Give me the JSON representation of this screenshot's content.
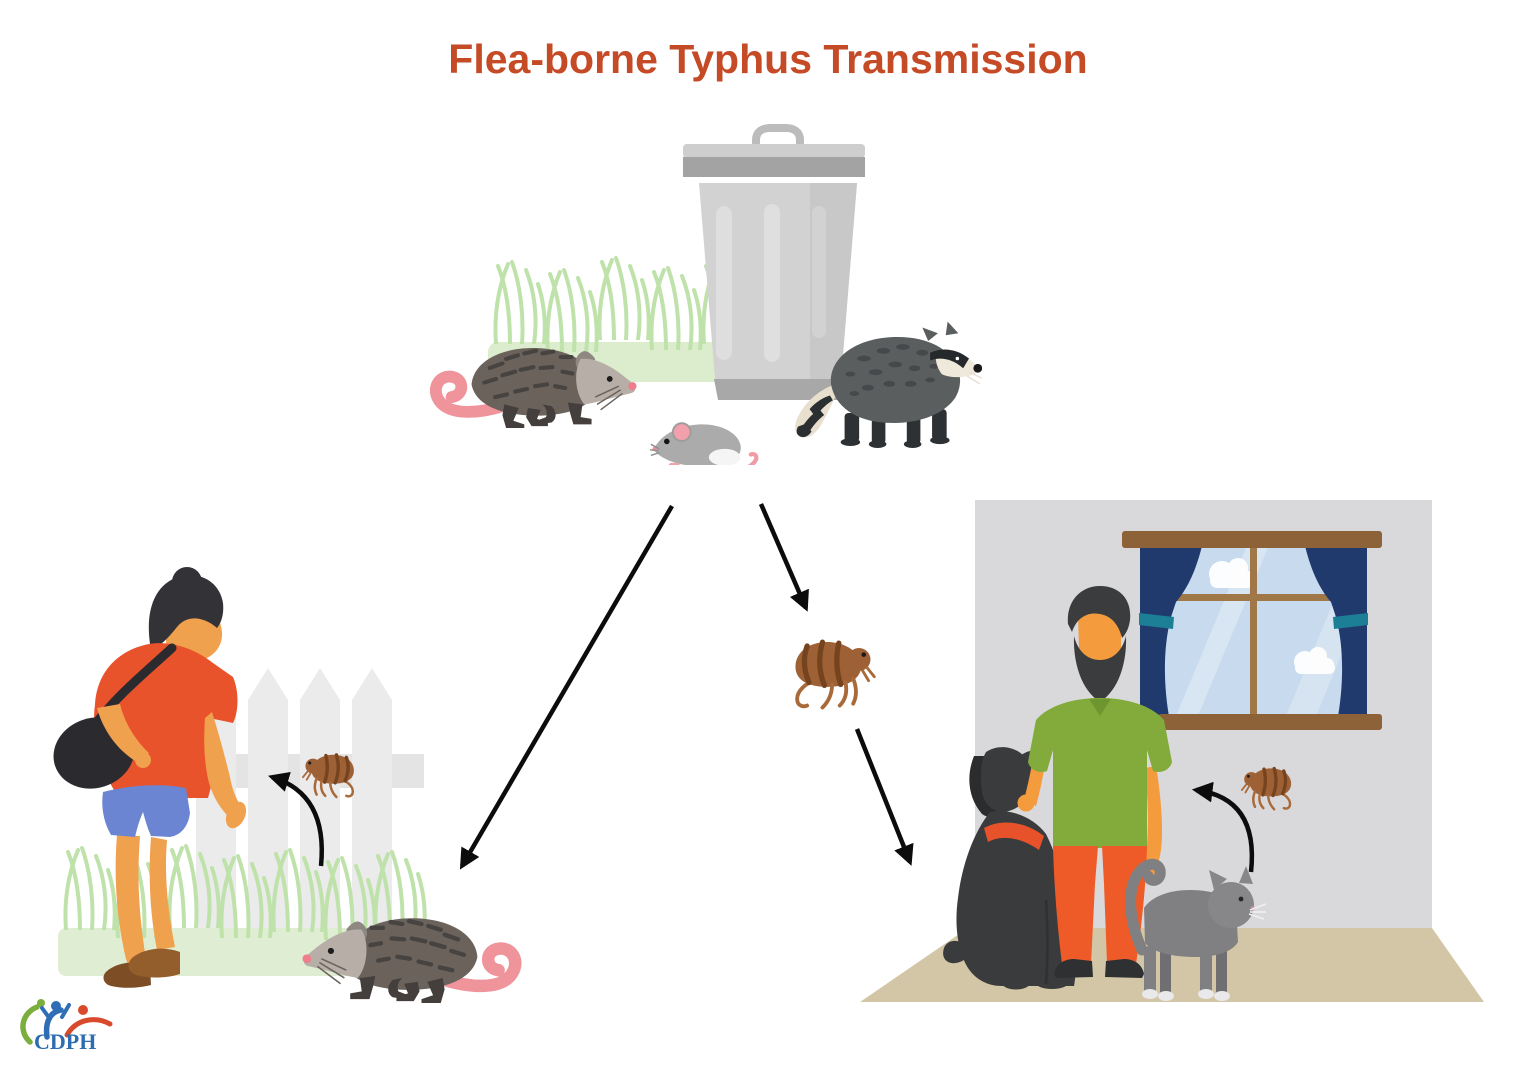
{
  "title": {
    "text": "Flea-borne Typhus Transmission"
  },
  "logo": {
    "text": "CDPH",
    "colors": {
      "blue": "#2d6cb0",
      "red": "#d84a2b",
      "green": "#7cae3e"
    }
  },
  "colors": {
    "title": "#c54a26",
    "arrow": "#0c0c0c",
    "flea_body": "#9e6136",
    "flea_stripe": "#76431f",
    "grass_base": "#dcedcd",
    "grass_blade": "#bfe2ab",
    "fence": "#ebebeb",
    "wall": "#d9d9db",
    "floor": "#d3c6a6",
    "curtain_navy": "#203a6d",
    "tieback_teal": "#1d7f95",
    "window_wood": "#8e6238",
    "woman_shirt": "#e9532c",
    "woman_shorts": "#6b85d2",
    "man_shirt": "#82ab3c",
    "man_pants": "#ee5b28",
    "dog": "#3a3b3d",
    "cat": "#808083",
    "opossum_body": "#6b625c",
    "opossum_tail_pink": "#f0949c",
    "raccoon_body": "#5a5e5f",
    "rat": "#ababab",
    "trash_can": "#d2d2d2"
  },
  "scenes": {
    "wildlife": {
      "name": "wildlife-reservoir",
      "elements": [
        "trash-can",
        "grass",
        "opossum",
        "rat",
        "raccoon"
      ]
    },
    "vector": {
      "name": "flea-vector",
      "elements": [
        "flea"
      ]
    },
    "outdoor": {
      "name": "human-outdoor-exposure",
      "elements": [
        "woman",
        "picket-fence",
        "grass",
        "flea",
        "opossum"
      ]
    },
    "indoor": {
      "name": "human-indoor-exposure",
      "elements": [
        "man",
        "dog",
        "cat",
        "window",
        "flea"
      ]
    }
  },
  "edges": [
    {
      "from": "wildlife-animals",
      "to": "outdoor-scene",
      "style": "straight-arrow"
    },
    {
      "from": "wildlife-animals",
      "to": "flea",
      "style": "straight-arrow"
    },
    {
      "from": "flea",
      "to": "indoor-scene",
      "style": "straight-arrow"
    },
    {
      "from": "outdoor-opossum",
      "to": "woman",
      "style": "curved-arrow-via-flea"
    },
    {
      "from": "indoor-cat",
      "to": "man",
      "style": "curved-arrow-via-flea"
    }
  ]
}
